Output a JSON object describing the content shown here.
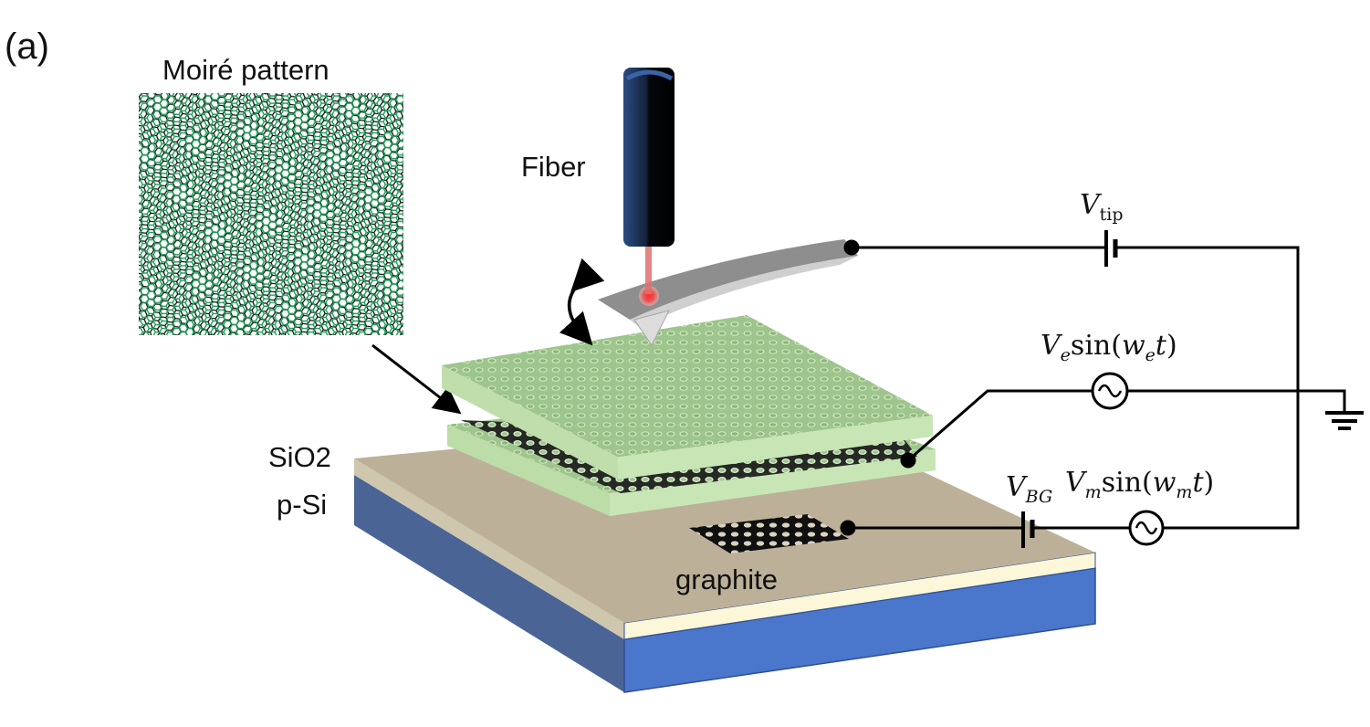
{
  "figure": {
    "panel_label": "(a)",
    "moire": {
      "title": "Moiré pattern"
    },
    "fiber": {
      "label": "Fiber"
    },
    "substrate": {
      "oxide_label": "SiO2",
      "silicon_label": "p-Si",
      "graphite_label": "graphite"
    },
    "circuit": {
      "tip_source": {
        "symbol": "V",
        "sub": "tip"
      },
      "excitation_source": {
        "amp": "V",
        "amp_sub": "e",
        "func": "sin(",
        "omega": "w",
        "omega_sub": "e",
        "t": "t",
        "close": ")"
      },
      "backgate_source": {
        "symbol": "V",
        "sub": "BG"
      },
      "modulation_source": {
        "amp": "V",
        "amp_sub": "m",
        "func": "sin(",
        "omega": "w",
        "omega_sub": "m",
        "t": "t",
        "close": ")"
      }
    },
    "colors": {
      "hbn_top": "#9fc58e",
      "hbn_side": "#c8e6b5",
      "sio2_top": "#bcb198",
      "sio2_left": "#cfc6ae",
      "sio2_front": "#fbf7d8",
      "si_left": "#4a6496",
      "si_front": "#4a76cc",
      "fiber_dark": "#0b0d14",
      "fiber_blue": "#24406e",
      "laser": "#e04848",
      "cantilever": "#8e8e8e",
      "moire_green": "#1fa05a",
      "wire": "#000000"
    }
  }
}
